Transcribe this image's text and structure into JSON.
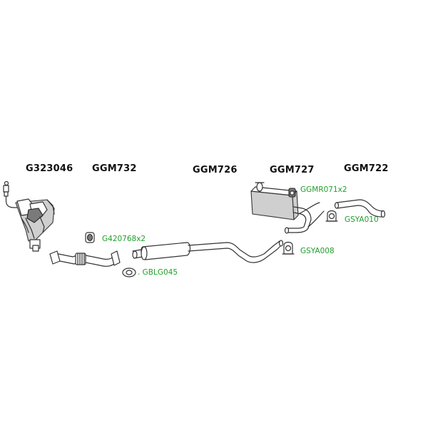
{
  "parts": {
    "catalytic_converter": "G323046",
    "front_pipe": "GGM732",
    "middle_silencer": "GGM726",
    "rear_silencer": "GGM727",
    "tail_pipe": "GGM722"
  },
  "accessories": {
    "rubber_mount_a": "G420768x2",
    "gasket": ". GBLG045",
    "rubber_mount_b": "GGMR071x2",
    "clamp_a": "GSYA008",
    "clamp_b": "GSYA010"
  },
  "colors": {
    "accessory_label": "#1fa02a",
    "part_label": "#111111",
    "drawing_line": "#333333"
  }
}
